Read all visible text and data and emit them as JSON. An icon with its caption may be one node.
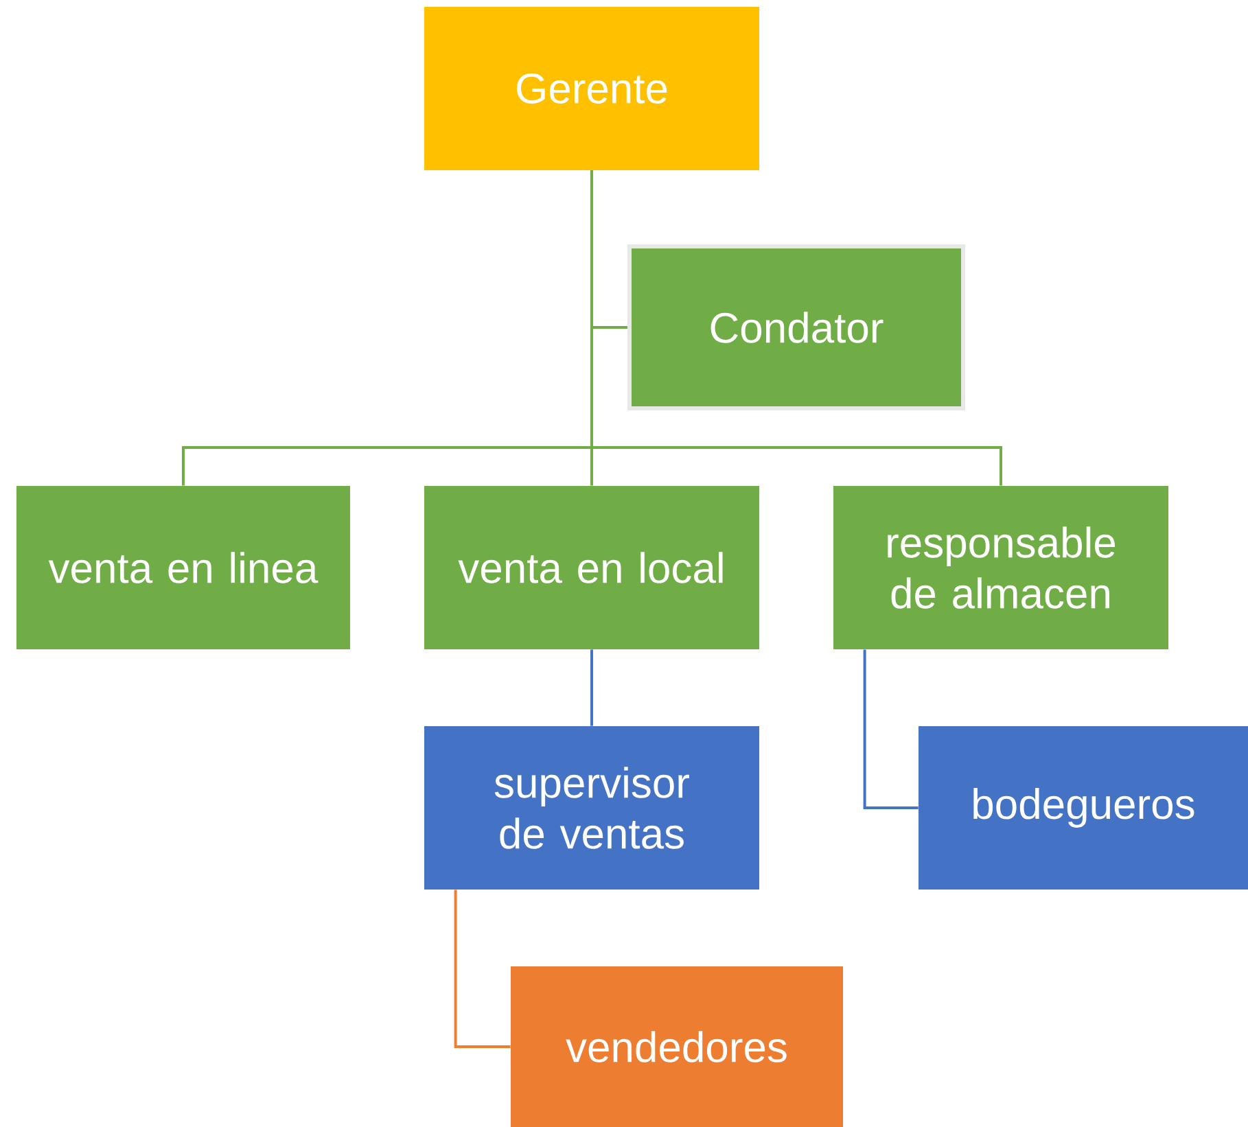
{
  "diagram": {
    "nodes": [
      {
        "text": [
          "Gerente"
        ]
      },
      {
        "text": [
          "Condator"
        ]
      },
      {
        "text": [
          "venta en linea"
        ]
      },
      {
        "text": [
          "venta en local"
        ]
      },
      {
        "text": [
          "responsable de almacen"
        ]
      },
      {
        "text": [
          "supervisor de ventas"
        ]
      },
      {
        "text": [
          "bodegueros"
        ]
      },
      {
        "text": [
          "vendedores"
        ]
      }
    ],
    "edges": [
      {
        "from": 0,
        "to": 1,
        "arrow": "none"
      },
      {
        "from": 0,
        "to": 2,
        "arrow": "none"
      },
      {
        "from": 0,
        "to": 3,
        "arrow": "none"
      },
      {
        "from": 0,
        "to": 4,
        "arrow": "none"
      },
      {
        "from": 3,
        "to": 5,
        "arrow": "none",
        "color": "#4472c4"
      },
      {
        "from": 4,
        "to": 6,
        "arrow": "none",
        "color": "#4472c4"
      },
      {
        "from": 5,
        "to": 7,
        "arrow": "none",
        "color": "#ed7d31"
      }
    ]
  }
}
